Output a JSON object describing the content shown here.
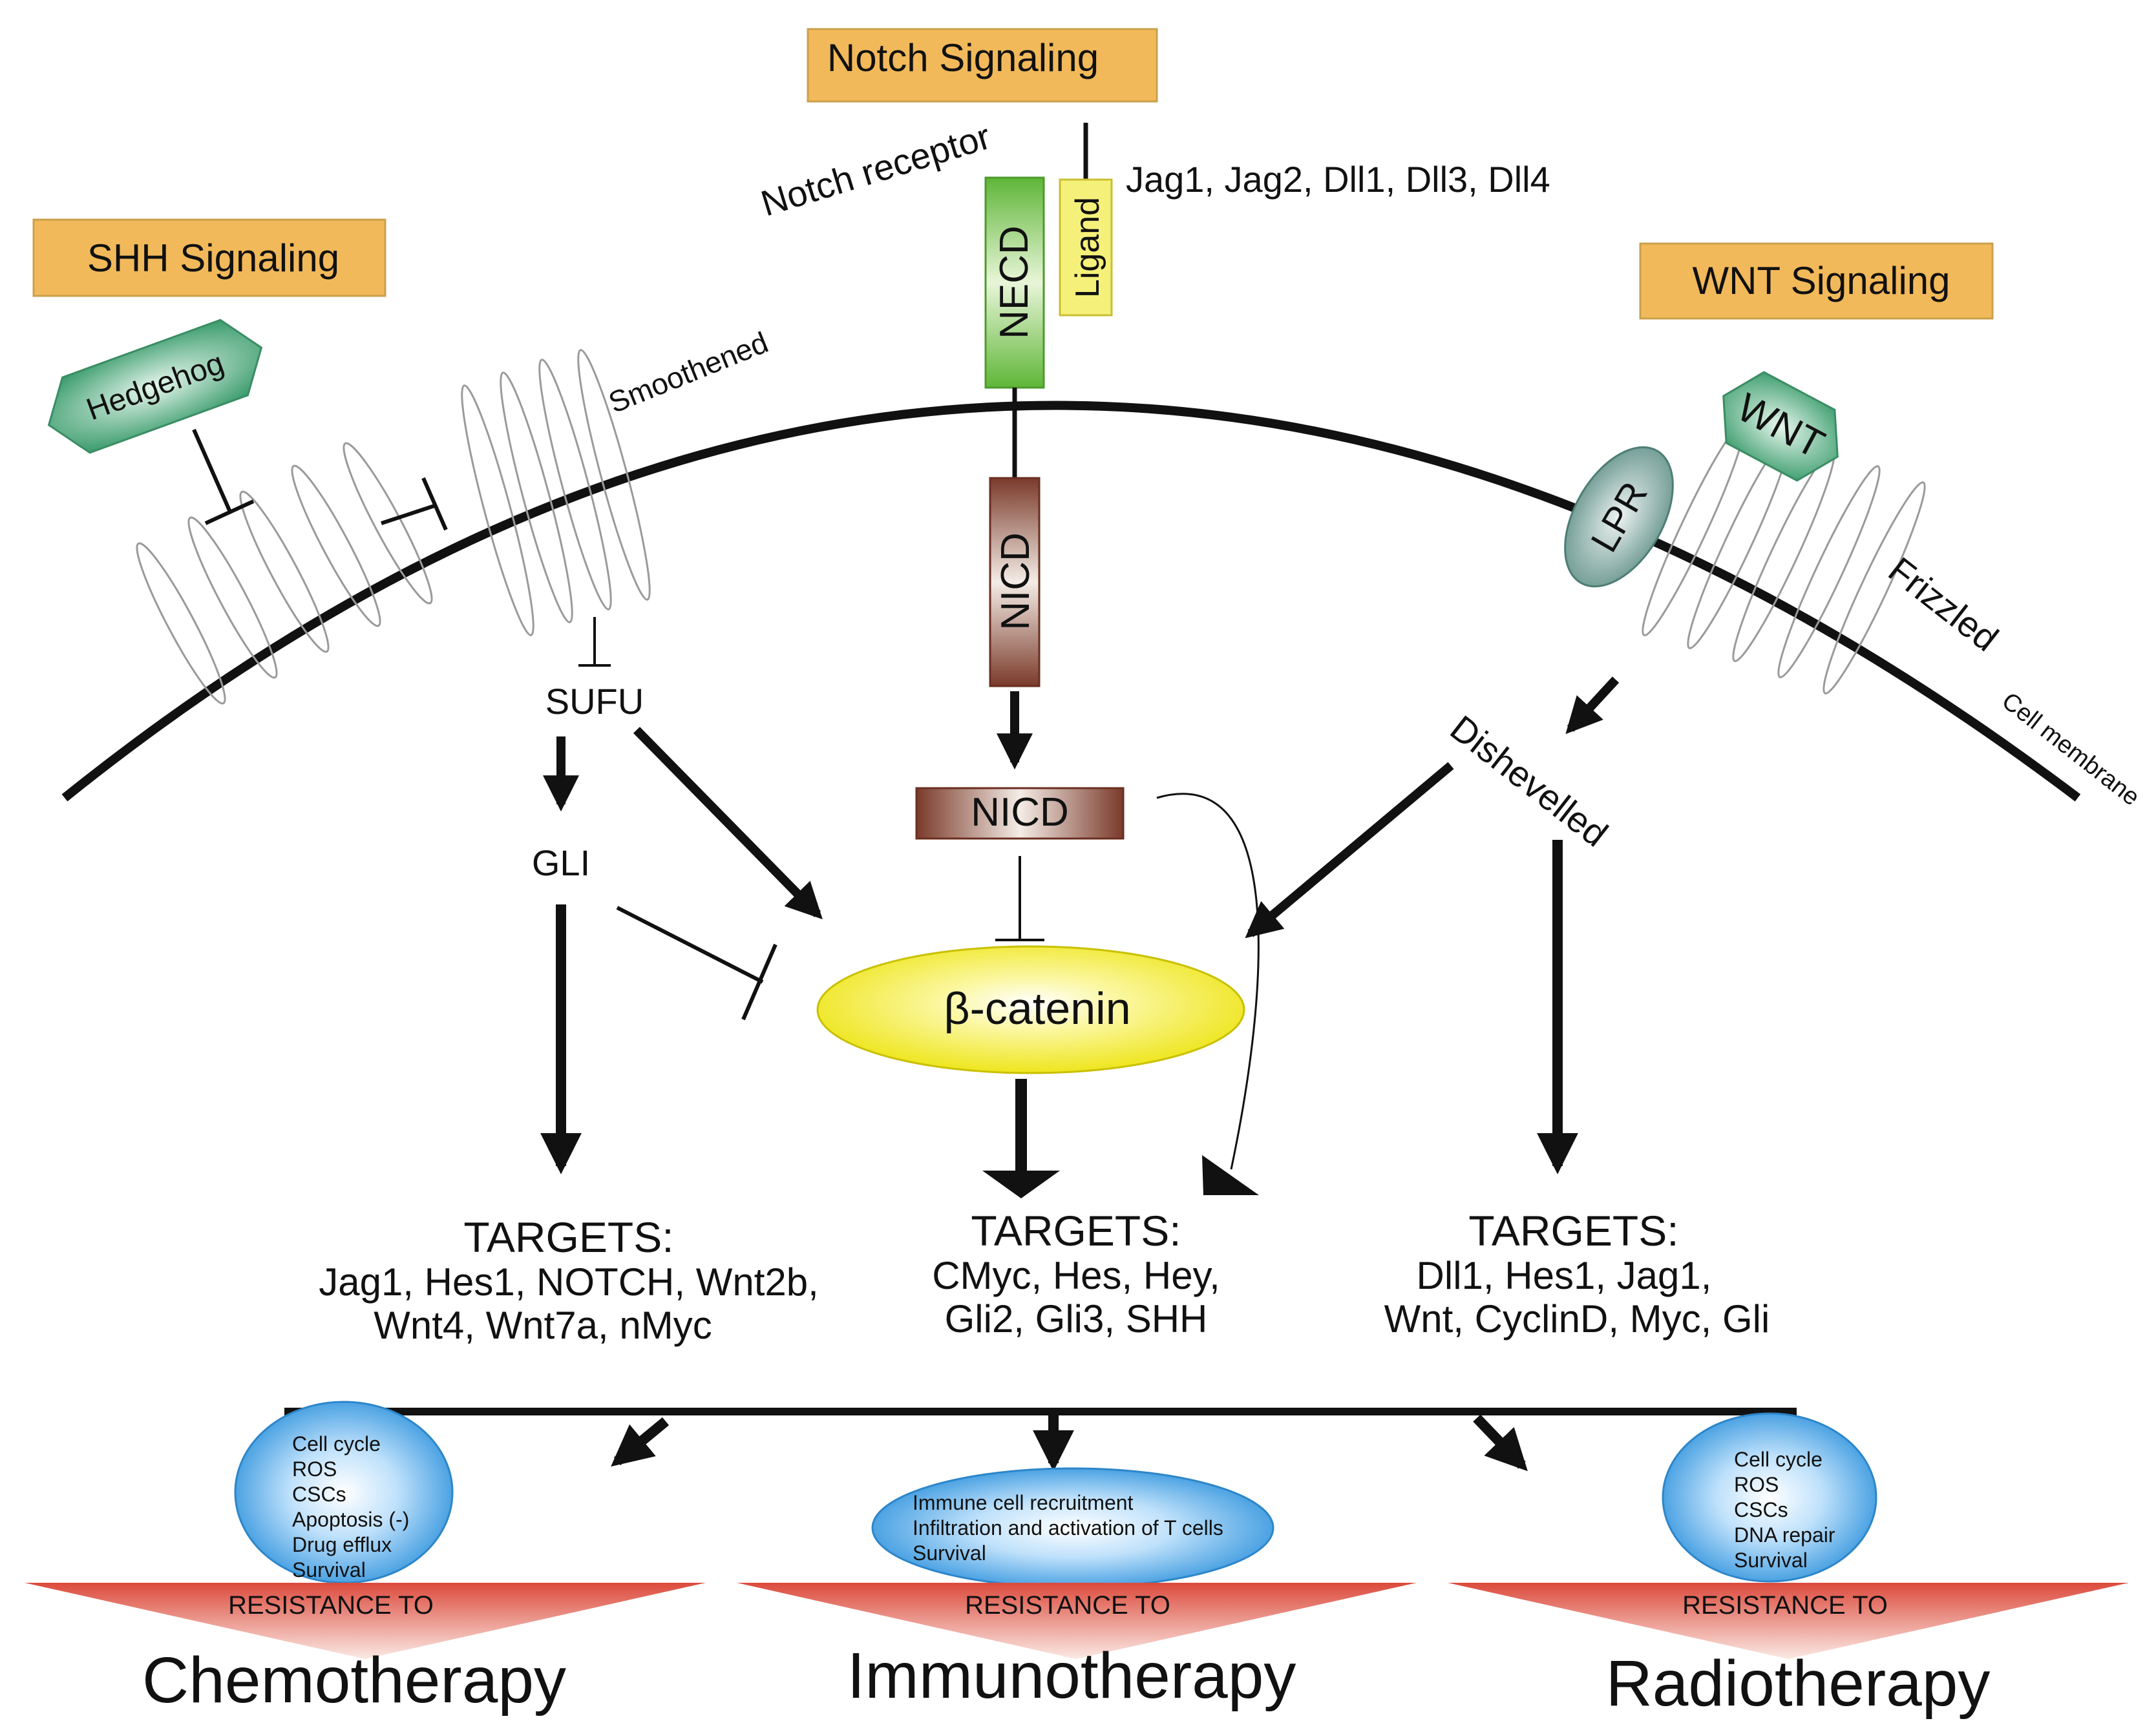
{
  "boxes": {
    "notch": "Notch Signaling",
    "shh": "SHH Signaling",
    "wnt": "WNT Signaling"
  },
  "labels": {
    "notch_receptor": "Notch  receptor",
    "ligand_list": "Jag1, Jag2, Dll1, Dll3, Dll4",
    "ligand": "Ligand",
    "necd": "NECD",
    "nicd": "NICD",
    "hedgehog": "Hedgehog",
    "smoothened": "Smoothened",
    "wnt": "WNT",
    "lpr": "LPR",
    "frizzled": "Frizzled",
    "cell_membrane": "Cell membrane",
    "sufu": "SUFU",
    "gli": "GLI",
    "dishevelled": "Dishevelled",
    "beta_catenin": "β-catenin"
  },
  "targets": {
    "heading": "TARGETS:",
    "shh": [
      "Jag1, Hes1, NOTCH, Wnt2b,",
      "Wnt4, Wnt7a, nMyc"
    ],
    "notch": [
      "CMyc, Hes, Hey,",
      "Gli2, Gli3, SHH"
    ],
    "wnt": [
      "Dll1, Hes1, Jag1,",
      "Wnt, CyclinD, Myc, Gli"
    ]
  },
  "mechanisms": {
    "chemo": [
      "Cell cycle",
      "ROS",
      "CSCs",
      "Apoptosis (-)",
      "Drug efflux",
      "Survival"
    ],
    "immuno": [
      "Immune cell recruitment",
      "Infiltration and activation of T cells",
      "Survival"
    ],
    "radio": [
      "Cell cycle",
      "ROS",
      "CSCs",
      "DNA repair",
      "Survival"
    ]
  },
  "resistance": {
    "label": "RESISTANCE TO",
    "therapies": [
      "Chemotherapy",
      "Immunotherapy",
      "Radiotherapy"
    ]
  },
  "colors": {
    "box_fill": "#f2b95a",
    "necd_green": "#7cc545",
    "ligand_yellow": "#f5f07a",
    "nicd_brown": "#8a4a3a",
    "hex_green": "#4aa77a",
    "beta_yellow": "#f2ea10",
    "bubble_blue": "#3d9fe0",
    "triangle_red": "#e0584a"
  }
}
